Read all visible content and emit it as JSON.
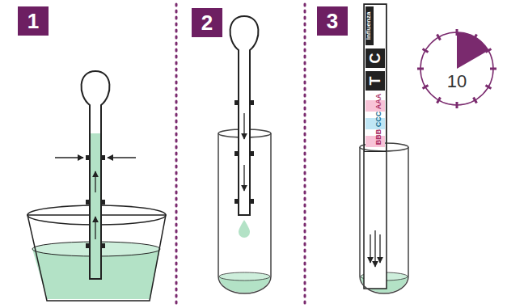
{
  "diagram": {
    "nodes": [
      {
        "text": [
          "1"
        ]
      },
      {
        "text": [
          "2"
        ]
      },
      {
        "text": [
          "3"
        ]
      },
      {
        "text": [
          "Influenza",
          "C",
          "T"
        ]
      },
      {
        "text": [
          "AAA"
        ],
        "in": 3
      },
      {
        "text": [
          "CCC"
        ],
        "in": 3
      },
      {
        "text": [
          "BBB"
        ],
        "in": 3
      },
      {
        "text": [
          "10"
        ]
      }
    ]
  }
}
